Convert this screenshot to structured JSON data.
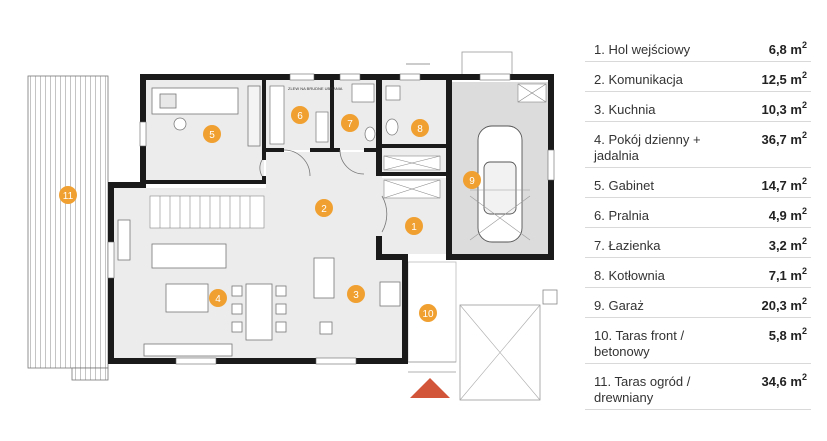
{
  "plan": {
    "note": "ZLEW NA BRUDNE UBRANIA",
    "badges": [
      "1",
      "2",
      "3",
      "4",
      "5",
      "6",
      "7",
      "8",
      "9",
      "10",
      "11"
    ]
  },
  "rooms": [
    {
      "name": "1. Hol wejściowy",
      "area": "6,8",
      "unit": "m",
      "exp": "2"
    },
    {
      "name": "2. Komunikacja",
      "area": "12,5",
      "unit": "m",
      "exp": "2"
    },
    {
      "name": "3. Kuchnia",
      "area": "10,3",
      "unit": "m",
      "exp": "2"
    },
    {
      "name": "4. Pokój dzienny + jadalnia",
      "area": "36,7",
      "unit": "m",
      "exp": "2"
    },
    {
      "name": "5. Gabinet",
      "area": "14,7",
      "unit": "m",
      "exp": "2"
    },
    {
      "name": "6. Pralnia",
      "area": "4,9",
      "unit": "m",
      "exp": "2"
    },
    {
      "name": "7. Łazienka",
      "area": "3,2",
      "unit": "m",
      "exp": "2"
    },
    {
      "name": "8. Kotłownia",
      "area": "7,1",
      "unit": "m",
      "exp": "2"
    },
    {
      "name": "9. Garaż",
      "area": "20,3",
      "unit": "m",
      "exp": "2"
    },
    {
      "name": "10. Taras front / betonowy",
      "area": "5,8",
      "unit": "m",
      "exp": "2"
    },
    {
      "name": "11. Taras ogród / drewniany",
      "area": "34,6",
      "unit": "m",
      "exp": "2"
    }
  ],
  "colors": {
    "badge": "#f0a030",
    "wall": "#1a1a1a",
    "entrance": "#d2553a",
    "floor_light": "#ececec",
    "floor_dark": "#dcdcdc"
  }
}
